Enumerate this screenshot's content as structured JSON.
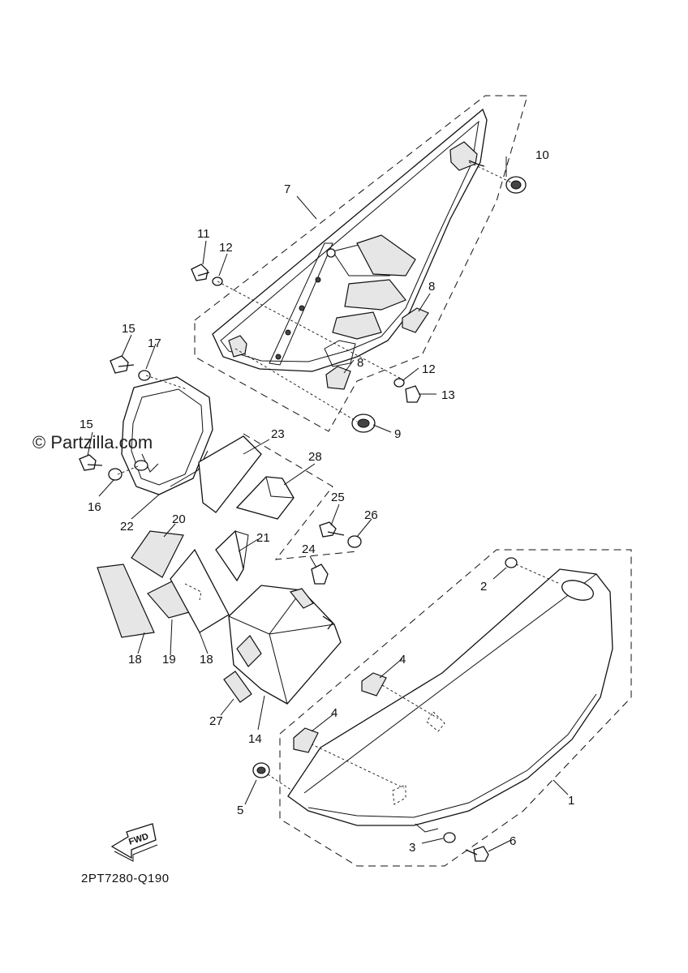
{
  "watermark": "© Partzilla.com",
  "diagram_code": "2PT7280-Q190",
  "fwd_label": "FWD",
  "callouts": {
    "c1": "1",
    "c2": "2",
    "c3": "3",
    "c4a": "4",
    "c4b": "4",
    "c5": "5",
    "c6": "6",
    "c7": "7",
    "c8a": "8",
    "c8b": "8",
    "c9": "9",
    "c10": "10",
    "c11": "11",
    "c12a": "12",
    "c12b": "12",
    "c13": "13",
    "c14": "14",
    "c15a": "15",
    "c15b": "15",
    "c16": "16",
    "c17": "17",
    "c18a": "18",
    "c18b": "18",
    "c19": "19",
    "c20": "20",
    "c21": "21",
    "c22": "22",
    "c23": "23",
    "c24": "24",
    "c25": "25",
    "c26": "26",
    "c27": "27",
    "c28": "28"
  }
}
